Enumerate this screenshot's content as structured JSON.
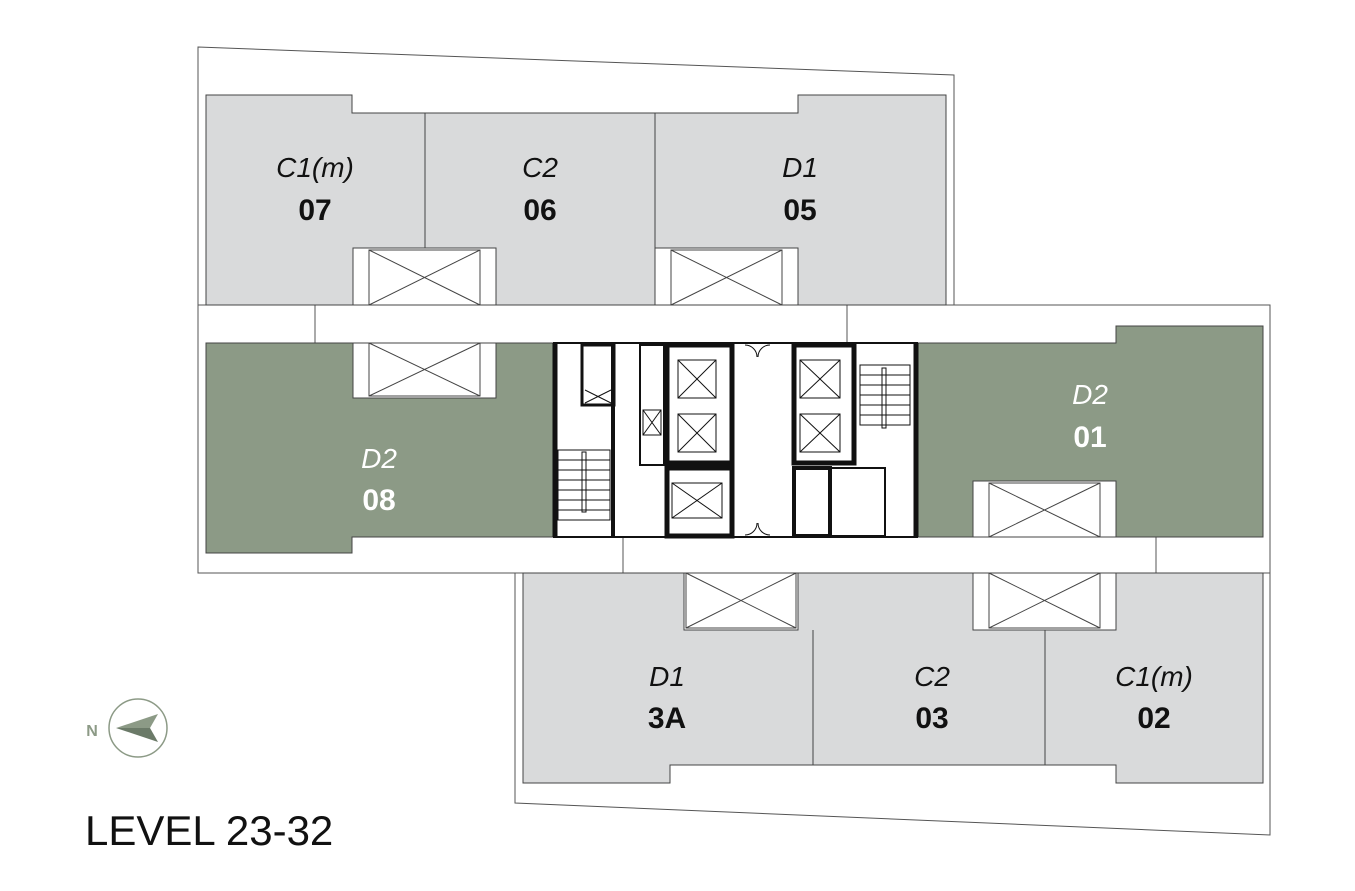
{
  "title": "LEVEL 23-32",
  "compass": {
    "label": "N",
    "icon": "north-arrow-icon"
  },
  "colors": {
    "standard_unit": "#d9dadb",
    "highlight_unit": "#8c9a86",
    "line": "#222222"
  },
  "units": [
    {
      "type": "C1(m)",
      "number": "07"
    },
    {
      "type": "C2",
      "number": "06"
    },
    {
      "type": "D1",
      "number": "05"
    },
    {
      "type": "D2",
      "number": "08"
    },
    {
      "type": "D2",
      "number": "01"
    },
    {
      "type": "D1",
      "number": "3A"
    },
    {
      "type": "C2",
      "number": "03"
    },
    {
      "type": "C1(m)",
      "number": "02"
    }
  ]
}
